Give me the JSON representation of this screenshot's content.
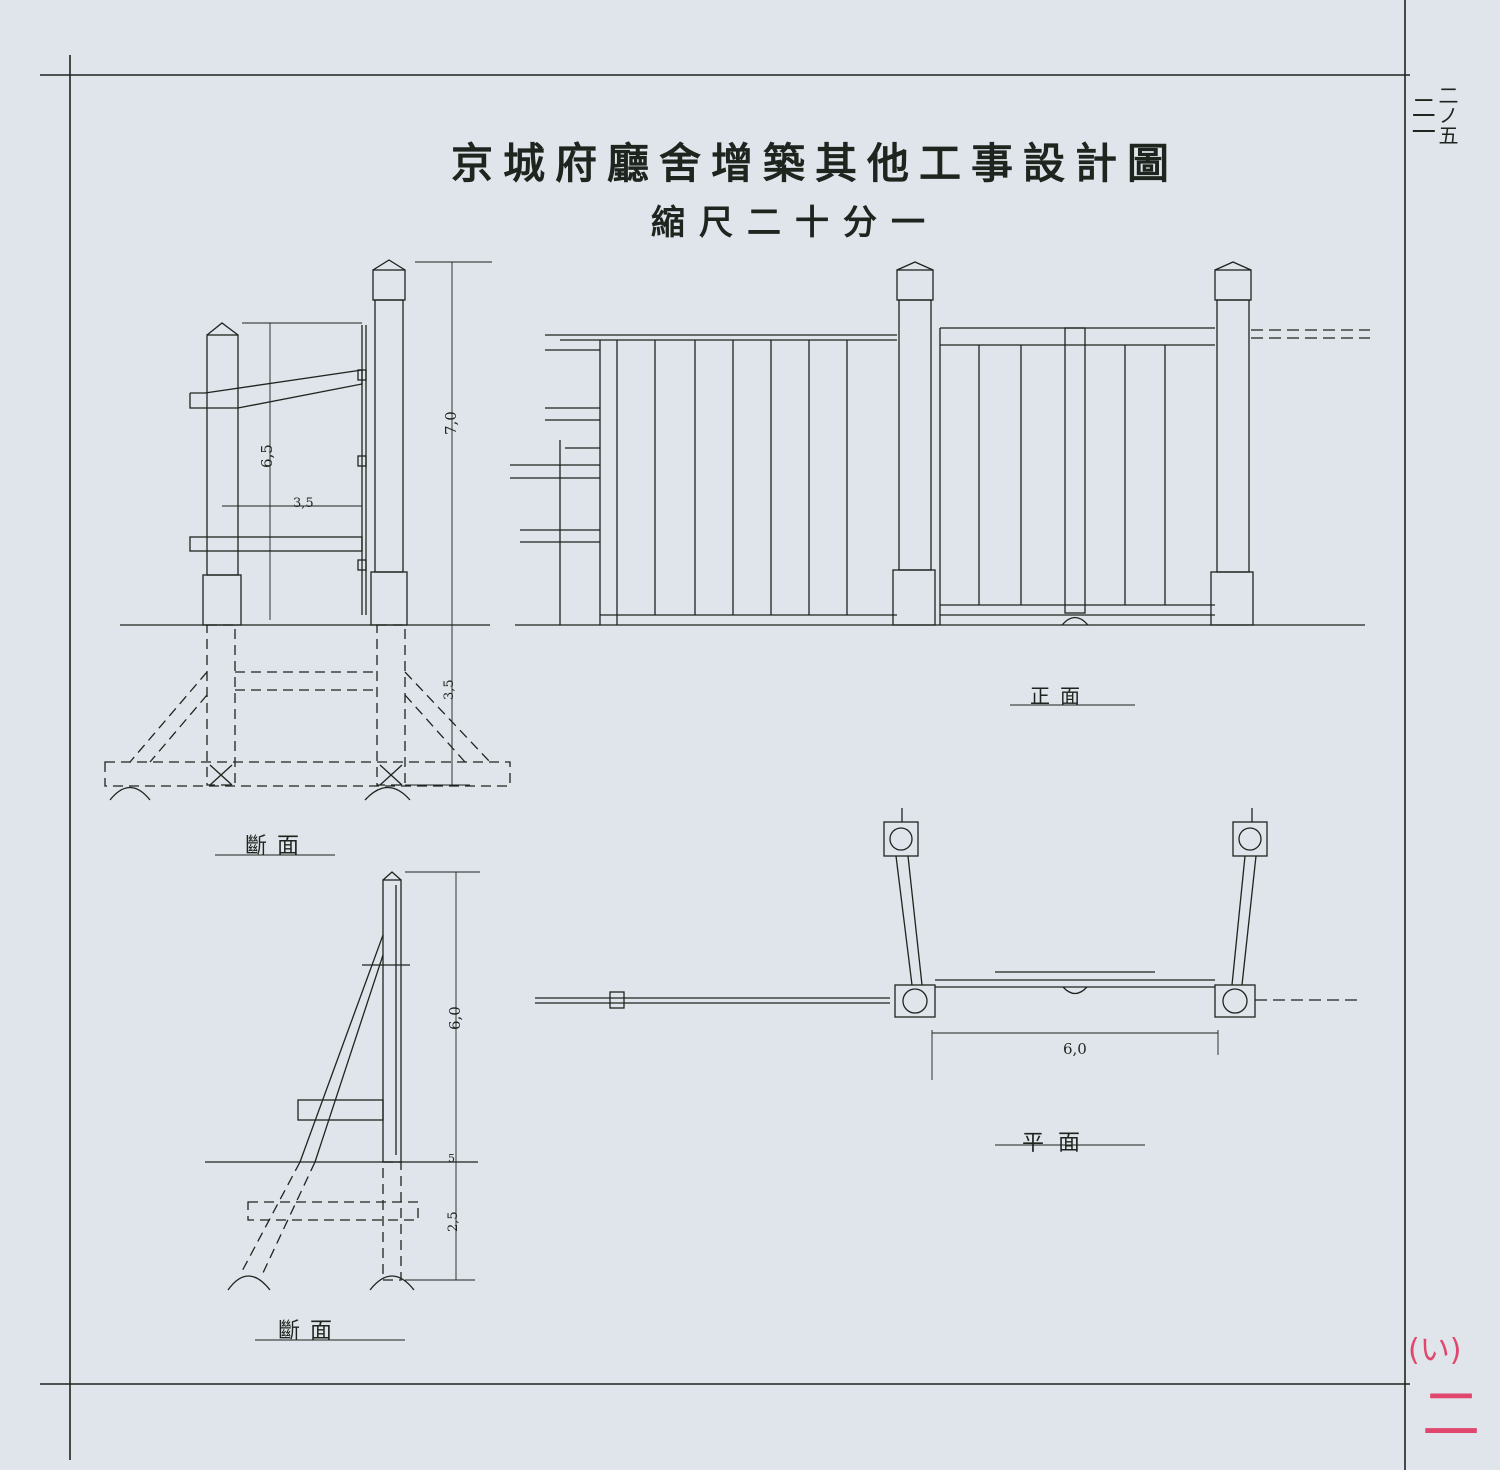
{
  "title": "京城府廳舍增築其他工事設計圖",
  "scale": "縮尺二十分一",
  "sheet_number": {
    "col1": "二一",
    "col2": "二ノ五"
  },
  "views": {
    "section_upper": "斷面",
    "section_lower": "斷面",
    "front": "正面",
    "plan": "平面"
  },
  "dimensions": {
    "d_70": "7,0",
    "d_65": "6,5",
    "d_35": "3,5",
    "d_35b": "3,5",
    "d_60_side": "6,0",
    "d_05": "5",
    "d_25": "2,5",
    "d_60_plan": "6,0"
  },
  "stamp": {
    "mark": "(い)",
    "number": "二"
  },
  "colors": {
    "paper": "#dfe5ea",
    "ink": "#1e241e",
    "stamp": "#e0466e"
  }
}
